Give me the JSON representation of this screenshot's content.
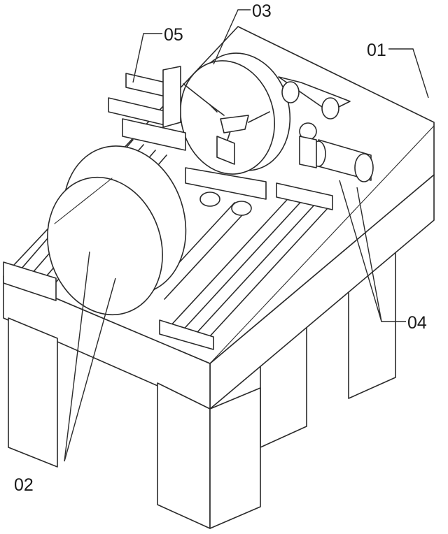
{
  "labels": {
    "l01": "01",
    "l02": "02",
    "l03": "03",
    "l04": "04",
    "l05": "05"
  },
  "colors": {
    "line": "#2a2a2a",
    "background": "#ffffff"
  }
}
